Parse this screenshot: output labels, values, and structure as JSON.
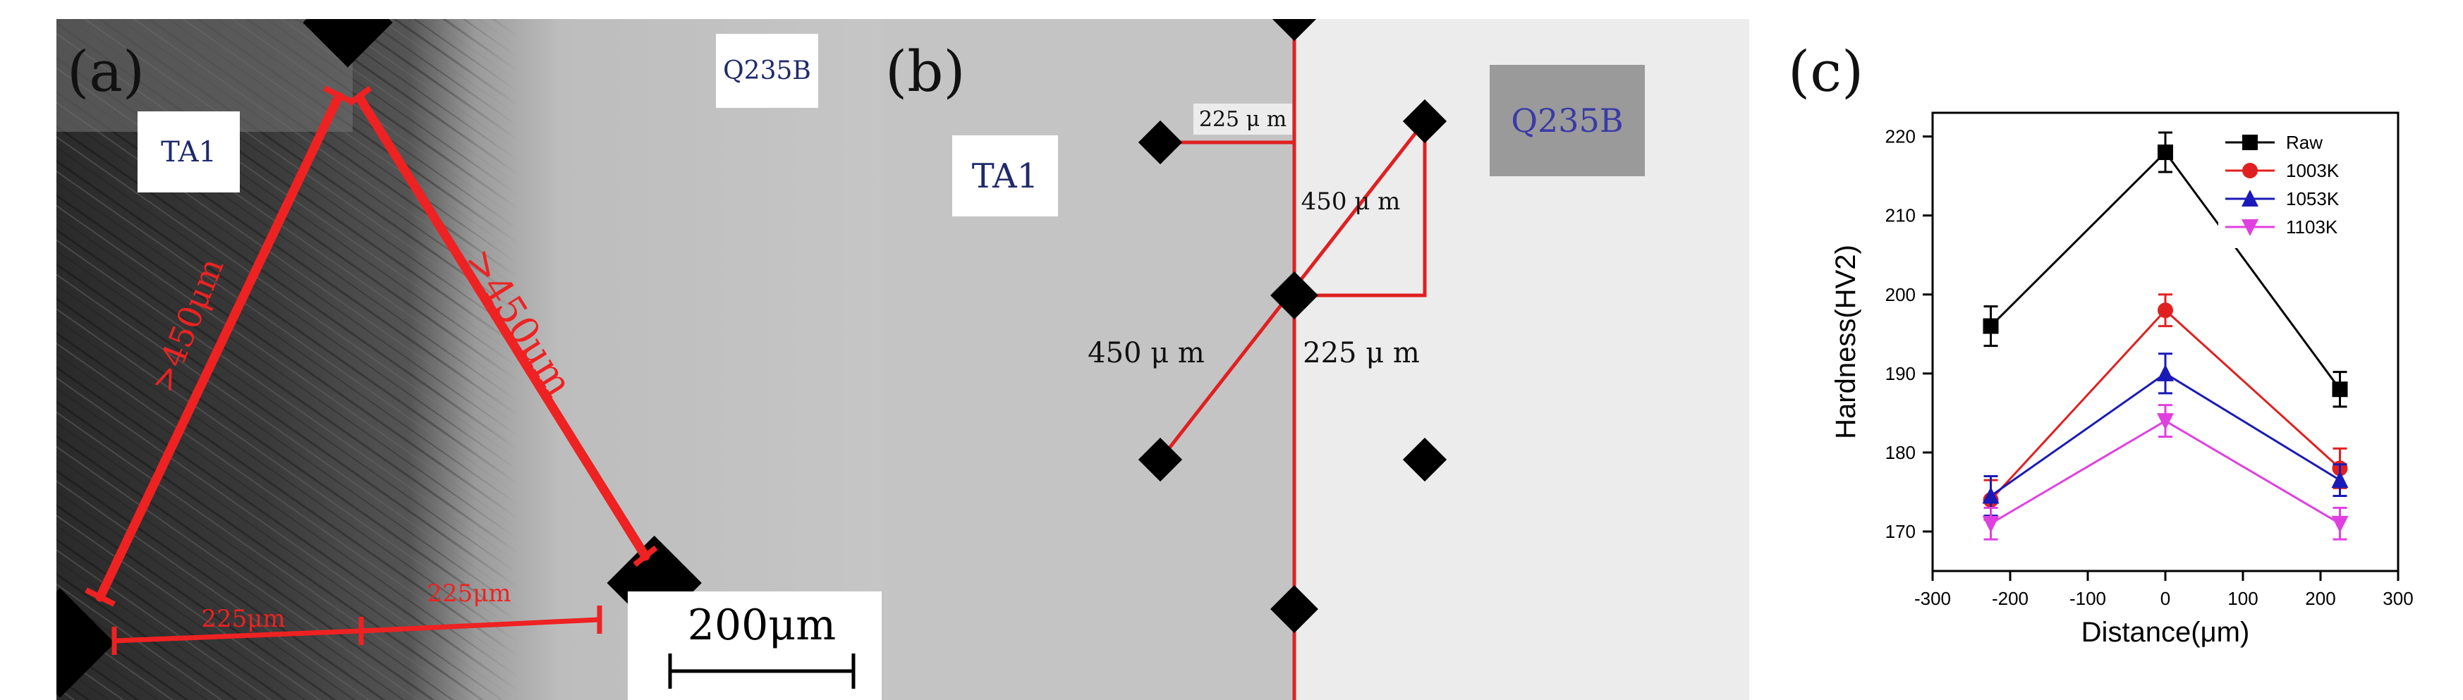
{
  "panel_a": {
    "label": "(a)",
    "left_material": "TA1",
    "right_material": "Q235B",
    "left_side_label": ">450μm",
    "right_side_label": ">450μm",
    "bottom_left_label": "225μm",
    "bottom_right_label": "225μm",
    "scale_bar_label": "200μm",
    "colors": {
      "annotation": "#ee2222"
    }
  },
  "panel_b": {
    "label": "(b)",
    "left_material": "TA1",
    "right_material": "Q235B",
    "top_dim_label": "225 μ m",
    "diag_upper_label": "450 μ m",
    "diag_lower_label": "450 μ m",
    "horiz_dim_label": "225 μ m",
    "colors": {
      "left_region": "#c4c4c4",
      "right_region": "#ececec",
      "line": "#e02020",
      "marker": "#000000",
      "label_box": "#9a9a9a",
      "label_text": "#3a3aa8"
    }
  },
  "panel_c": {
    "label": "(c)",
    "chart_data": {
      "type": "line",
      "xlabel": "Distance(μm)",
      "ylabel": "Hardness(HV2)",
      "xlim": [
        -300,
        300
      ],
      "ylim": [
        165,
        223
      ],
      "xticks": [
        "-300",
        "-200",
        "-100",
        "0",
        "100",
        "200",
        "300"
      ],
      "yticks": [
        "170",
        "180",
        "190",
        "200",
        "210",
        "220"
      ],
      "legend_position": "top-right",
      "x": [
        -225,
        0,
        225
      ],
      "series": [
        {
          "name": "Raw",
          "values": [
            196,
            218,
            188
          ],
          "errors": [
            2.5,
            2.5,
            2.2
          ],
          "color": "#000000",
          "marker": "square"
        },
        {
          "name": "1003K",
          "values": [
            174,
            198,
            178
          ],
          "errors": [
            2.5,
            2.0,
            2.5
          ],
          "color": "#e02020",
          "marker": "circle"
        },
        {
          "name": "1053K",
          "values": [
            174.5,
            190,
            176.5
          ],
          "errors": [
            2.5,
            2.5,
            2.0
          ],
          "color": "#1a1ab8",
          "marker": "triangle-up"
        },
        {
          "name": "1103K",
          "values": [
            171,
            184,
            171
          ],
          "errors": [
            2.0,
            2.0,
            2.0
          ],
          "color": "#e040e0",
          "marker": "triangle-down"
        }
      ]
    }
  }
}
